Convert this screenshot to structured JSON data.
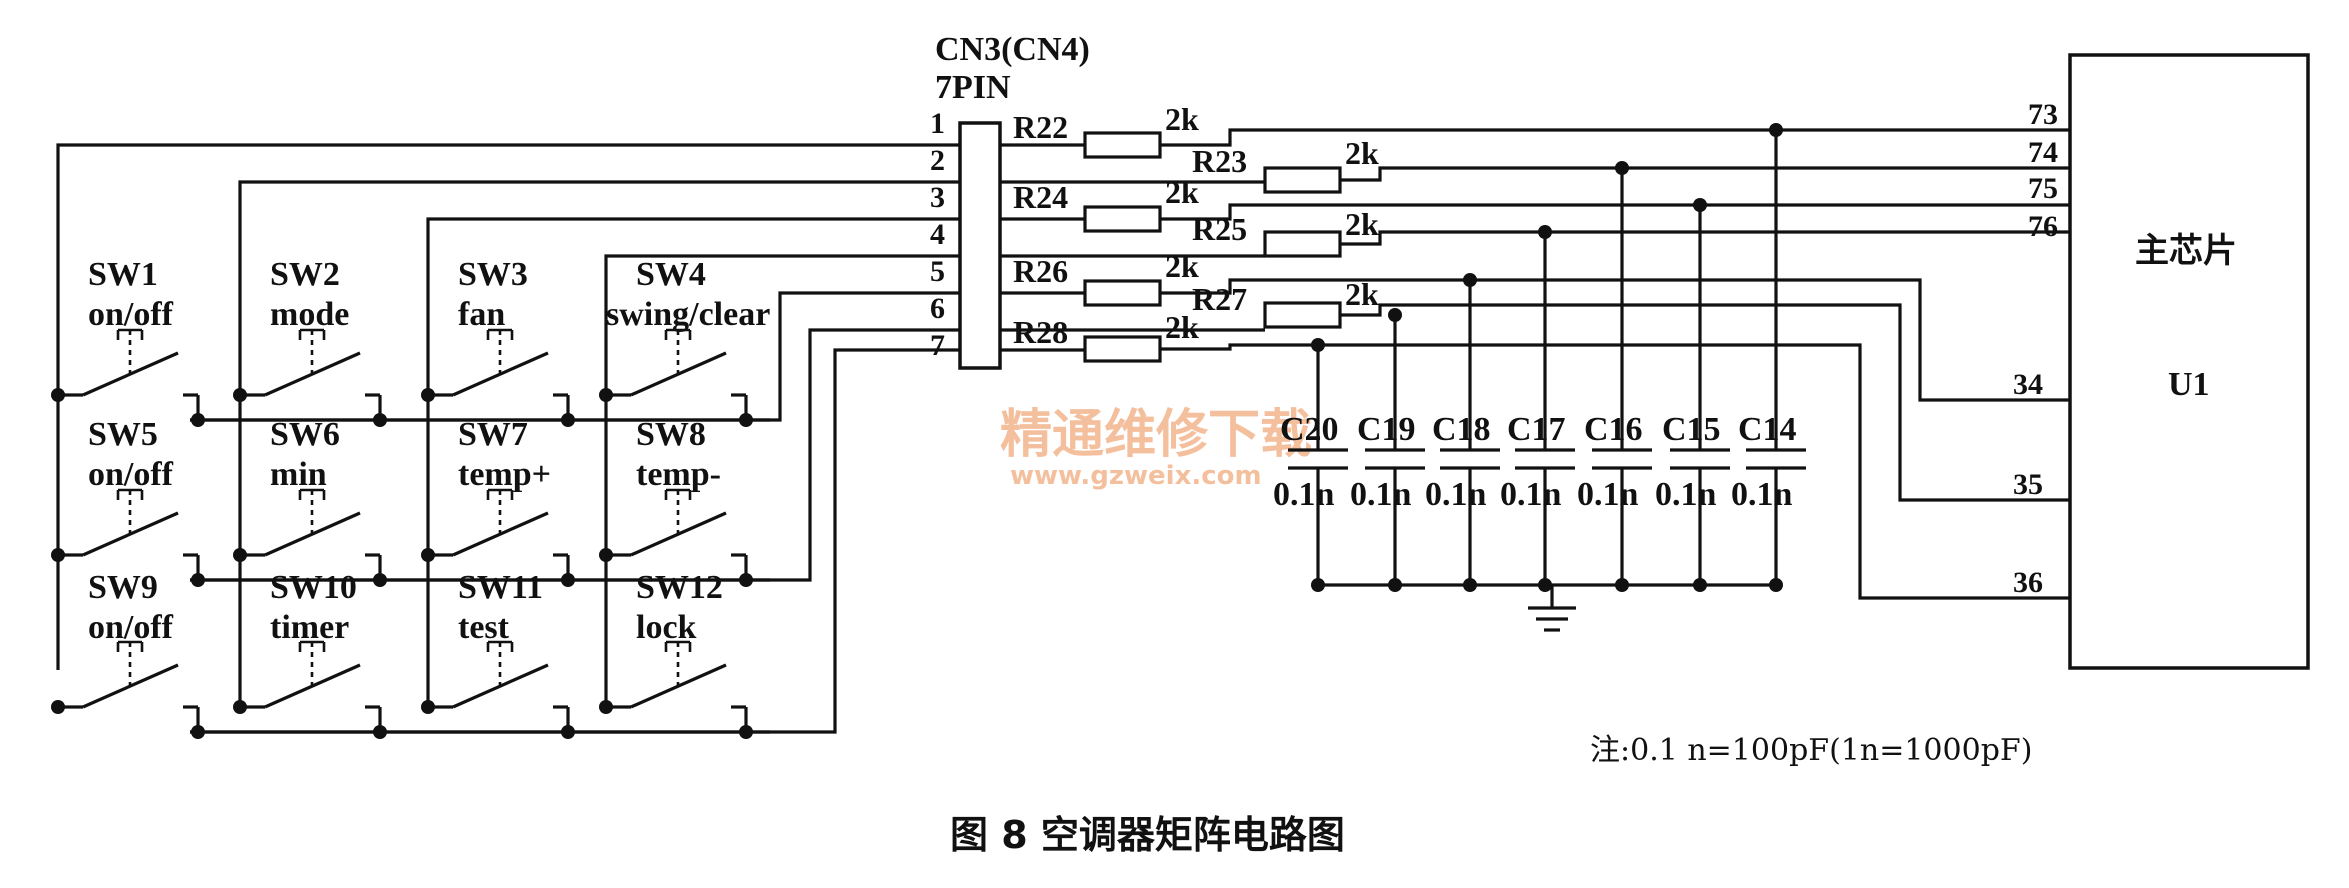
{
  "connector": {
    "name": "CN3(CN4)",
    "type": "7PIN",
    "pins": [
      "1",
      "2",
      "3",
      "4",
      "5",
      "6",
      "7"
    ]
  },
  "switches": [
    {
      "id": "SW1",
      "func": "on/off"
    },
    {
      "id": "SW2",
      "func": "mode"
    },
    {
      "id": "SW3",
      "func": "fan"
    },
    {
      "id": "SW4",
      "func": "swing/clear"
    },
    {
      "id": "SW5",
      "func": "on/off"
    },
    {
      "id": "SW6",
      "func": "min"
    },
    {
      "id": "SW7",
      "func": "temp+"
    },
    {
      "id": "SW8",
      "func": "temp-"
    },
    {
      "id": "SW9",
      "func": "on/off"
    },
    {
      "id": "SW10",
      "func": "timer"
    },
    {
      "id": "SW11",
      "func": "test"
    },
    {
      "id": "SW12",
      "func": "lock"
    }
  ],
  "resistors": [
    {
      "id": "R22",
      "value": "2k"
    },
    {
      "id": "R23",
      "value": "2k"
    },
    {
      "id": "R24",
      "value": "2k"
    },
    {
      "id": "R25",
      "value": "2k"
    },
    {
      "id": "R26",
      "value": "2k"
    },
    {
      "id": "R27",
      "value": "2k"
    },
    {
      "id": "R28",
      "value": "2k"
    }
  ],
  "capacitors": [
    {
      "id": "C20",
      "value": "0.1n"
    },
    {
      "id": "C19",
      "value": "0.1n"
    },
    {
      "id": "C18",
      "value": "0.1n"
    },
    {
      "id": "C17",
      "value": "0.1n"
    },
    {
      "id": "C16",
      "value": "0.1n"
    },
    {
      "id": "C15",
      "value": "0.1n"
    },
    {
      "id": "C14",
      "value": "0.1n"
    }
  ],
  "chip": {
    "label": "主芯片",
    "ref": "U1",
    "pins": [
      "73",
      "74",
      "75",
      "76",
      "34",
      "35",
      "36"
    ]
  },
  "watermark": {
    "text": "精通维修下载",
    "url": "www.gzweix.com"
  },
  "note": "注:0.1 n=100pF(1n=1000pF)",
  "caption": "图 8  空调器矩阵电路图"
}
